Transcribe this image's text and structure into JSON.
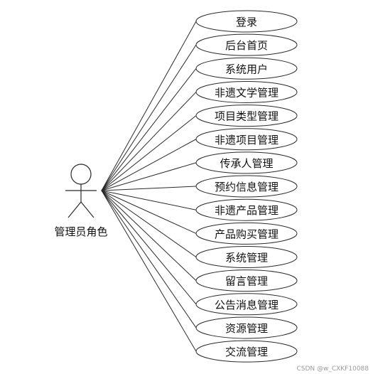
{
  "actor": {
    "label": "管理员角色"
  },
  "use_cases": [
    {
      "label": "登录"
    },
    {
      "label": "后台首页"
    },
    {
      "label": "系统用户"
    },
    {
      "label": "非遗文学管理"
    },
    {
      "label": "项目类型管理"
    },
    {
      "label": "非遗项目管理"
    },
    {
      "label": "传承人管理"
    },
    {
      "label": "预约信息管理"
    },
    {
      "label": "非遗产品管理"
    },
    {
      "label": "产品购买管理"
    },
    {
      "label": "系统管理"
    },
    {
      "label": "留言管理"
    },
    {
      "label": "公告消息管理"
    },
    {
      "label": "资源管理"
    },
    {
      "label": "交流管理"
    }
  ],
  "watermark": "CSDN @w_CXKF10088"
}
